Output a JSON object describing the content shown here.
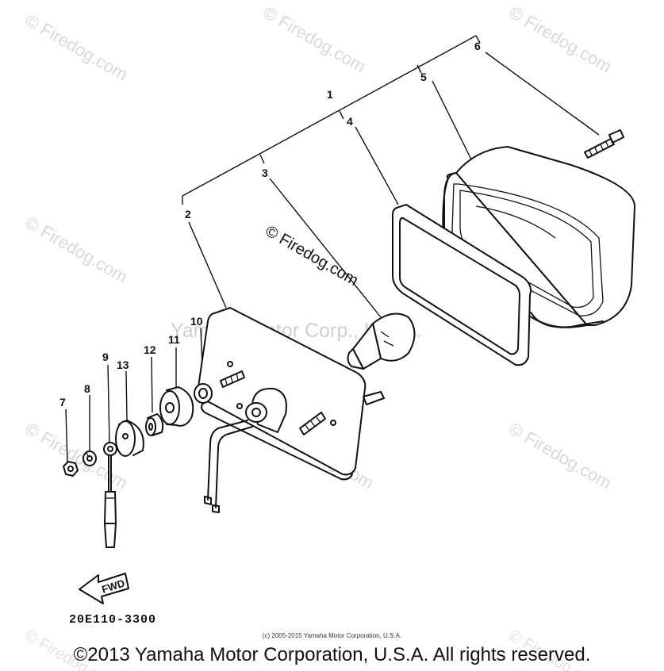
{
  "watermark": {
    "text": "© Firedog.com",
    "center_text": "Yamaha Motor Corp., U.S.A."
  },
  "callouts": [
    "1",
    "2",
    "3",
    "4",
    "5",
    "6",
    "7",
    "8",
    "9",
    "10",
    "11",
    "12",
    "13"
  ],
  "arrow_label": "FWD",
  "drawing_number": "20E110-3300",
  "copyright_small": "(c) 2005-2015 Yamaha Motor Corporation, U.S.A.",
  "copyright_main": "©2013 Yamaha Motor Corporation, U.S.A. All rights reserved."
}
